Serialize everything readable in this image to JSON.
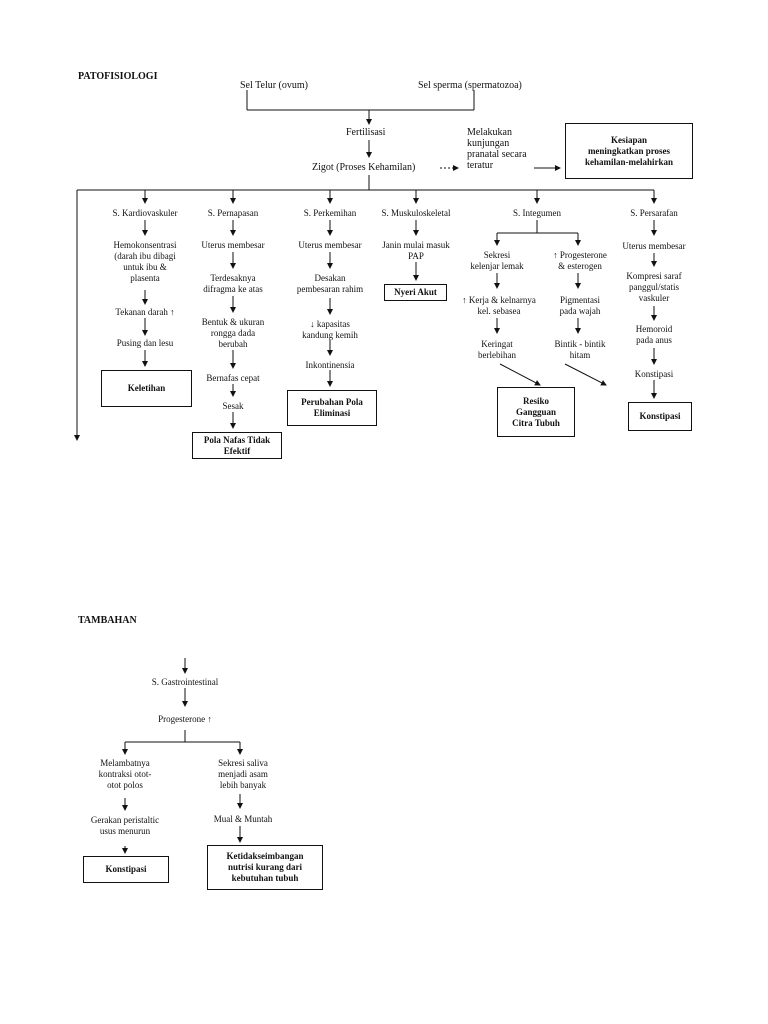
{
  "title_main": "PATOFISIOLOGI",
  "top": {
    "ovum": "Sel Telur (ovum)",
    "sperma": "Sel sperma (spermatozoa)",
    "fertilisasi": "Fertilisasi",
    "zigot": "Zigot (Proses Kehamilan)",
    "kunjungan": "Melakukan\nkunjungan\npranatal secara\nteratur",
    "kesiapan": "Kesiapan\nmeningkatkan proses\nkehamilan-melahirkan"
  },
  "systems": {
    "kardio": {
      "head": "S. Kardiovaskuler",
      "n1": "Hemokonsentrasi\n(darah ibu dibagi\nuntuk ibu &\nplasenta",
      "n2": "Tekanan darah ↑",
      "n3": "Pusing dan lesu",
      "dx": "Keletihan"
    },
    "pernapasan": {
      "head": "S. Pernapasan",
      "n1": "Uterus membesar",
      "n2": "Terdesaknya\ndifragma ke atas",
      "n3": "Bentuk & ukuran\nrongga dada\nberubah",
      "n4": "Bernafas cepat",
      "n5": "Sesak",
      "dx": "Pola Nafas Tidak\nEfektif"
    },
    "perkemihan": {
      "head": "S. Perkemihan",
      "n1": "Uterus membesar",
      "n2": "Desakan\npembesaran rahim",
      "n3": "↓ kapasitas\nkandung kemih",
      "n4": "Inkontinensia",
      "dx": "Perubahan Pola\nEliminasi"
    },
    "muskulo": {
      "head": "S. Muskuloskeletal",
      "n1": "Janin mulai masuk\nPAP",
      "dx": "Nyeri Akut"
    },
    "integumen": {
      "head": "S. Integumen",
      "a1": "Sekresi\nkelenjar lemak",
      "a2": "↑ Kerja & kelnarnya\nkel. sebasea",
      "a3": "Keringat\nberlebihan",
      "b1": "↑ Progesterone\n& esterogen",
      "b2": "Pigmentasi\npada wajah",
      "b3": "Bintik - bintik\nhitam",
      "dx": "Resiko\nGangguan\nCitra Tubuh"
    },
    "persarafan": {
      "head": "S. Persarafan",
      "n1": "Uterus membesar",
      "n2": "Kompresi saraf\npanggul/statis\nvaskuler",
      "n3": "Hemoroid\npada anus",
      "n4": "Konstipasi",
      "dx": "Konstipasi"
    }
  },
  "title_extra": "TAMBAHAN",
  "extra": {
    "gastro": "S. Gastrointestinal",
    "progesterone": "Progesterone ↑",
    "l1": "Melambatnya\nkontraksi otot-\notot polos",
    "l2": "Gerakan peristaltic\nusus menurun",
    "ldx": "Konstipasi",
    "r1": "Sekresi saliva\nmenjadi asam\nlebih banyak",
    "r2": "Mual & Muntah",
    "rdx": "Ketidakseimbangan\nnutrisi kurang dari\nkebutuhan tubuh"
  }
}
